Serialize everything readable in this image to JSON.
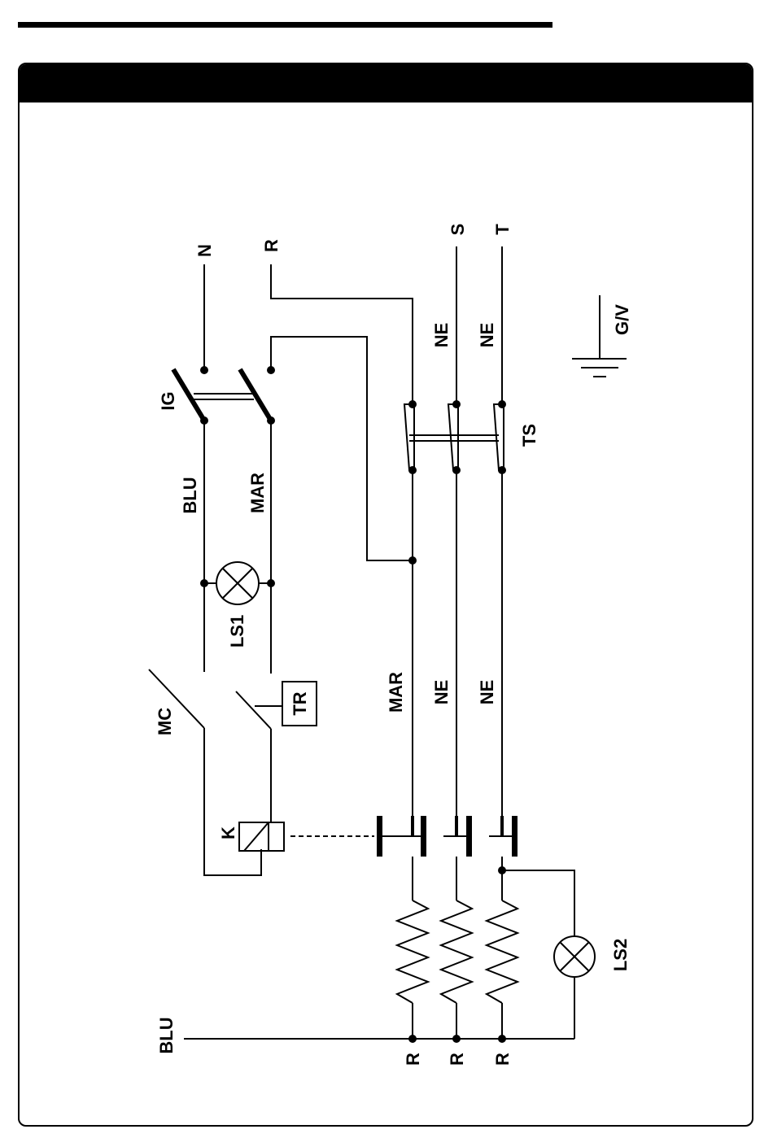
{
  "labels": {
    "n": "N",
    "r_top": "R",
    "s": "S",
    "t": "T",
    "ne_s_top": "NE",
    "ne_t_top": "NE",
    "gv": "G/V",
    "ig": "IG",
    "ts": "TS",
    "blu_left": "BLU",
    "mar_left": "MAR",
    "ls1": "LS1",
    "mc": "MC",
    "tr": "TR",
    "mar_right": "MAR",
    "ne_s_mid": "NE",
    "ne_t_mid": "NE",
    "k": "K",
    "ls2": "LS2",
    "blu_bottom": "BLU",
    "r_bottom_1": "R",
    "r_bottom_2": "R",
    "r_bottom_3": "R"
  }
}
